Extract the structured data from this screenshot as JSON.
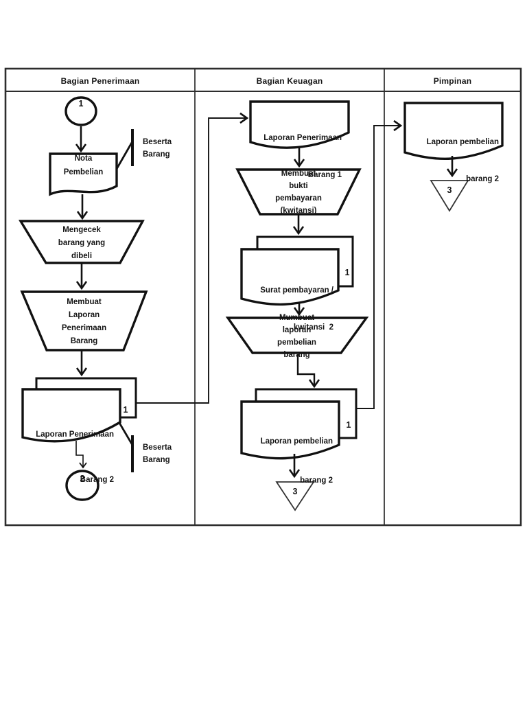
{
  "lanes_header": [
    "Bagian Penerimaan",
    "Bagian Keuagan",
    "Pimpinan"
  ],
  "lane_penerimaan": {
    "start_connector": "1",
    "nota_doc": [
      "Nota",
      "Pembelian"
    ],
    "annotation_top": [
      "Beserta",
      "Barang"
    ],
    "process_check": [
      "Mengecek",
      "barang yang",
      "dibeli"
    ],
    "process_report": [
      "Membuat",
      "Laporan",
      "Penerimaan",
      "Barang"
    ],
    "report_doc": [
      "Laporan Penerimaan",
      "Barang 2"
    ],
    "report_doc_copy": "1",
    "annotation_bottom": [
      "Beserta",
      "Barang"
    ],
    "end_connector": "2"
  },
  "lane_keuangan": {
    "received_doc": [
      "Laporan Penerimaan",
      "Barang 1"
    ],
    "process_payment": [
      "Membuat",
      "bukti",
      "pembayaran",
      "(kwitansi)"
    ],
    "payment_doc": [
      "Surat pembayaran /",
      "kwitansi  2"
    ],
    "payment_doc_copy": "1",
    "process_purchase": [
      "Mumbuat",
      "laporan",
      "pembelian",
      "barang"
    ],
    "purchase_doc": [
      "Laporan pembelian",
      "barang 2"
    ],
    "purchase_doc_copy": "1",
    "offpage_connector": "3"
  },
  "lane_pimpinan": {
    "purchase_doc": [
      "Laporan pembelian",
      "barang 2"
    ],
    "offpage_connector": "3"
  },
  "colors": {
    "ink": "#111111",
    "paper": "#ffffff"
  }
}
